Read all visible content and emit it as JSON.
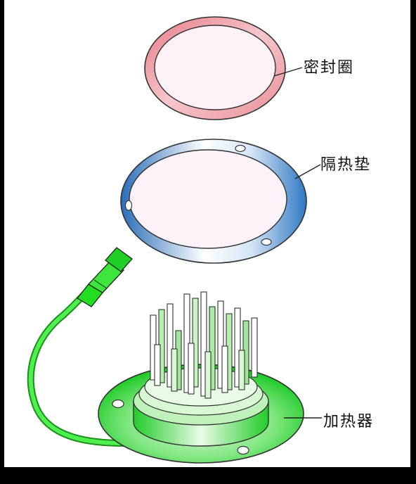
{
  "labels": {
    "seal_ring": "密封圈",
    "insulation_pad": "隔热垫",
    "heater": "加热器"
  },
  "colors": {
    "seal_ring": "#e88e96",
    "insulation_pad": "#2f78c4",
    "heater_body": "#22d42a",
    "cable": "#22dd22",
    "background": "#ffffff",
    "border": "#000000"
  }
}
